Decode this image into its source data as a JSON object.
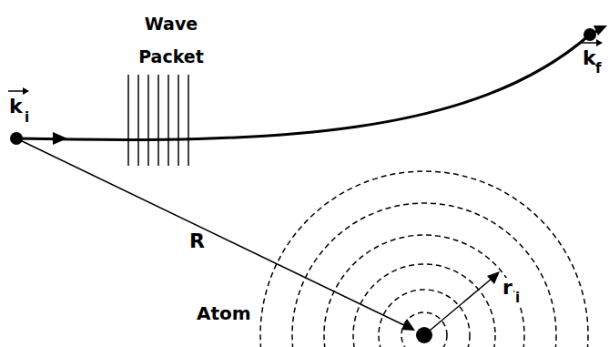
{
  "diagram": {
    "labels": [
      "k",
      "i",
      "Wave Packet",
      "R",
      "r",
      "i",
      "Atom",
      "k",
      "f"
    ]
  }
}
